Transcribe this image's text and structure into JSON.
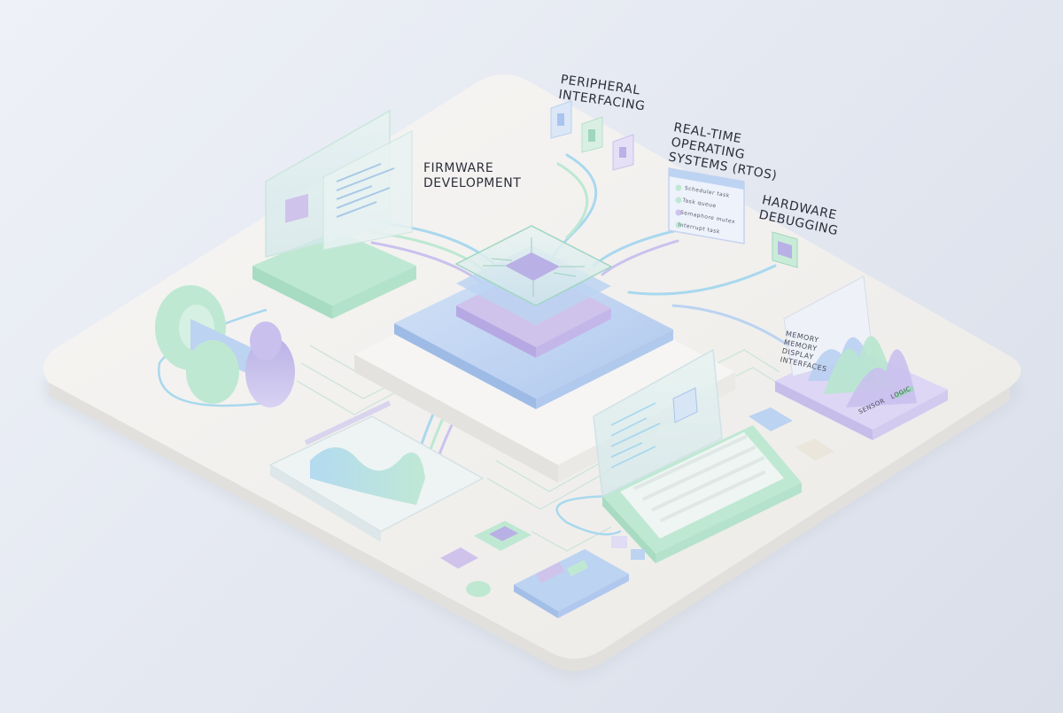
{
  "labels": {
    "firmware": [
      "FIRMWARE",
      "DEVELOPMENT"
    ],
    "peripheral": [
      "PERIPHERAL",
      "INTERFACING"
    ],
    "rtos": [
      "REAL-TIME",
      "OPERATING",
      "SYSTEMS (RTOS)"
    ],
    "debugging": [
      "HARDWARE",
      "DEBUGGING"
    ]
  },
  "small_text": {
    "memory_panel_title": "MEMORY",
    "memory_panel_lines": [
      "MEMORY",
      "DISPLAY",
      "INTERFACES"
    ],
    "memory_panel_footer": [
      "SENSOR",
      "LOGIC"
    ],
    "rtos_list": [
      "Scheduler task",
      "Task queue",
      "Semaphore mutex",
      "Interrupt task"
    ]
  },
  "colors": {
    "mint": "#bfe8d3",
    "blue": "#bcd3f2",
    "lavender": "#cfc3ec",
    "platform": "#f4f3f1",
    "wire": "#a7d9ea"
  }
}
